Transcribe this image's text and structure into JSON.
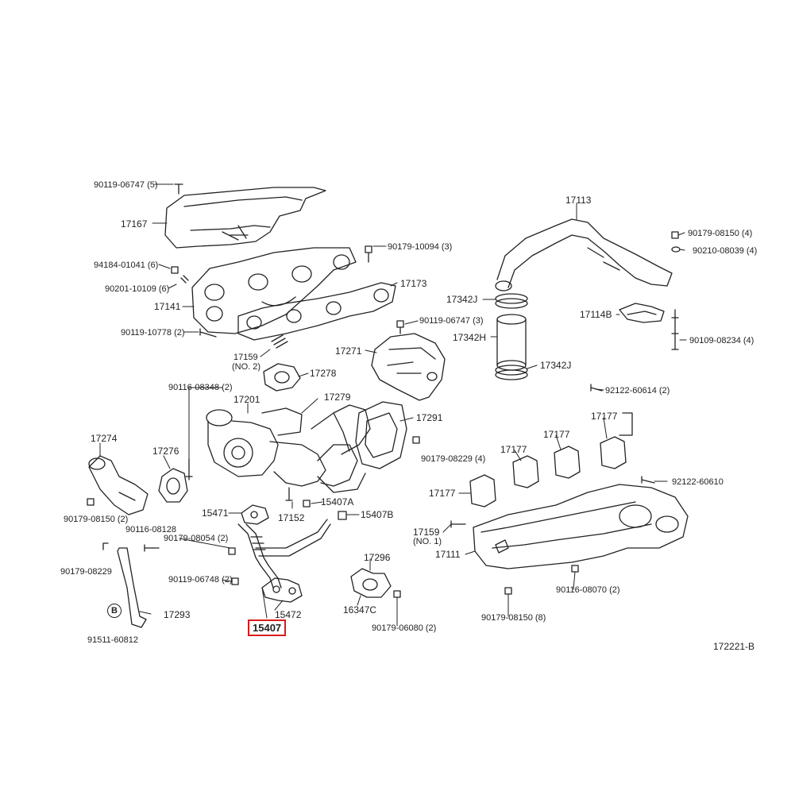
{
  "diagram_code": "172221-B",
  "highlighted_part": "15407",
  "circle_label": "B",
  "labels": {
    "p90119_06747_5": "90119-06747 (5)",
    "p17167": "17167",
    "p94184_01041": "94184-01041 (6)",
    "p90201_10109": "90201-10109 (6)",
    "p17141": "17141",
    "p90119_10778": "90119-10778 (2)",
    "p90179_10094": "90179-10094 (3)",
    "p17173": "17173",
    "p90119_06747_3": "90119-06747 (3)",
    "p17159_no2_a": "17159",
    "p17159_no2_b": "(NO. 2)",
    "p17278": "17278",
    "p17271": "17271",
    "p90116_08348": "90116-08348 (2)",
    "p17201": "17201",
    "p17279": "17279",
    "p17291": "17291",
    "p90179_08229_4": "90179-08229 (4)",
    "p17274": "17274",
    "p17276": "17276",
    "p15471": "15471",
    "p17152": "17152",
    "p15407A": "15407A",
    "p15407B": "15407B",
    "p90179_08150_2": "90179-08150 (2)",
    "p90116_08128": "90116-08128",
    "p90179_08054": "90179-08054 (2)",
    "p90179_08229": "90179-08229",
    "p90119_06748": "90119-06748 (2)",
    "p17293": "17293",
    "p91511_60812": "91511-60812",
    "p15472": "15472",
    "p17296": "17296",
    "p16347C": "16347C",
    "p90179_06080": "90179-06080 (2)",
    "p17113": "17113",
    "p90179_08150_4": "90179-08150 (4)",
    "p90210_08039": "90210-08039 (4)",
    "p17342J_top": "17342J",
    "p17114B": "17114B",
    "p17342H": "17342H",
    "p90109_08234": "90109-08234 (4)",
    "p17342J_bot": "17342J",
    "p92122_60614": "92122-60614 (2)",
    "p17177_a": "17177",
    "p17177_b": "17177",
    "p17177_c": "17177",
    "p17177_d": "17177",
    "p92122_60610": "92122-60610",
    "p17159_no1_a": "17159",
    "p17159_no1_b": "(NO. 1)",
    "p17111": "17111",
    "p90116_08070": "90116-08070 (2)",
    "p90179_08150_8": "90179-08150 (8)"
  }
}
